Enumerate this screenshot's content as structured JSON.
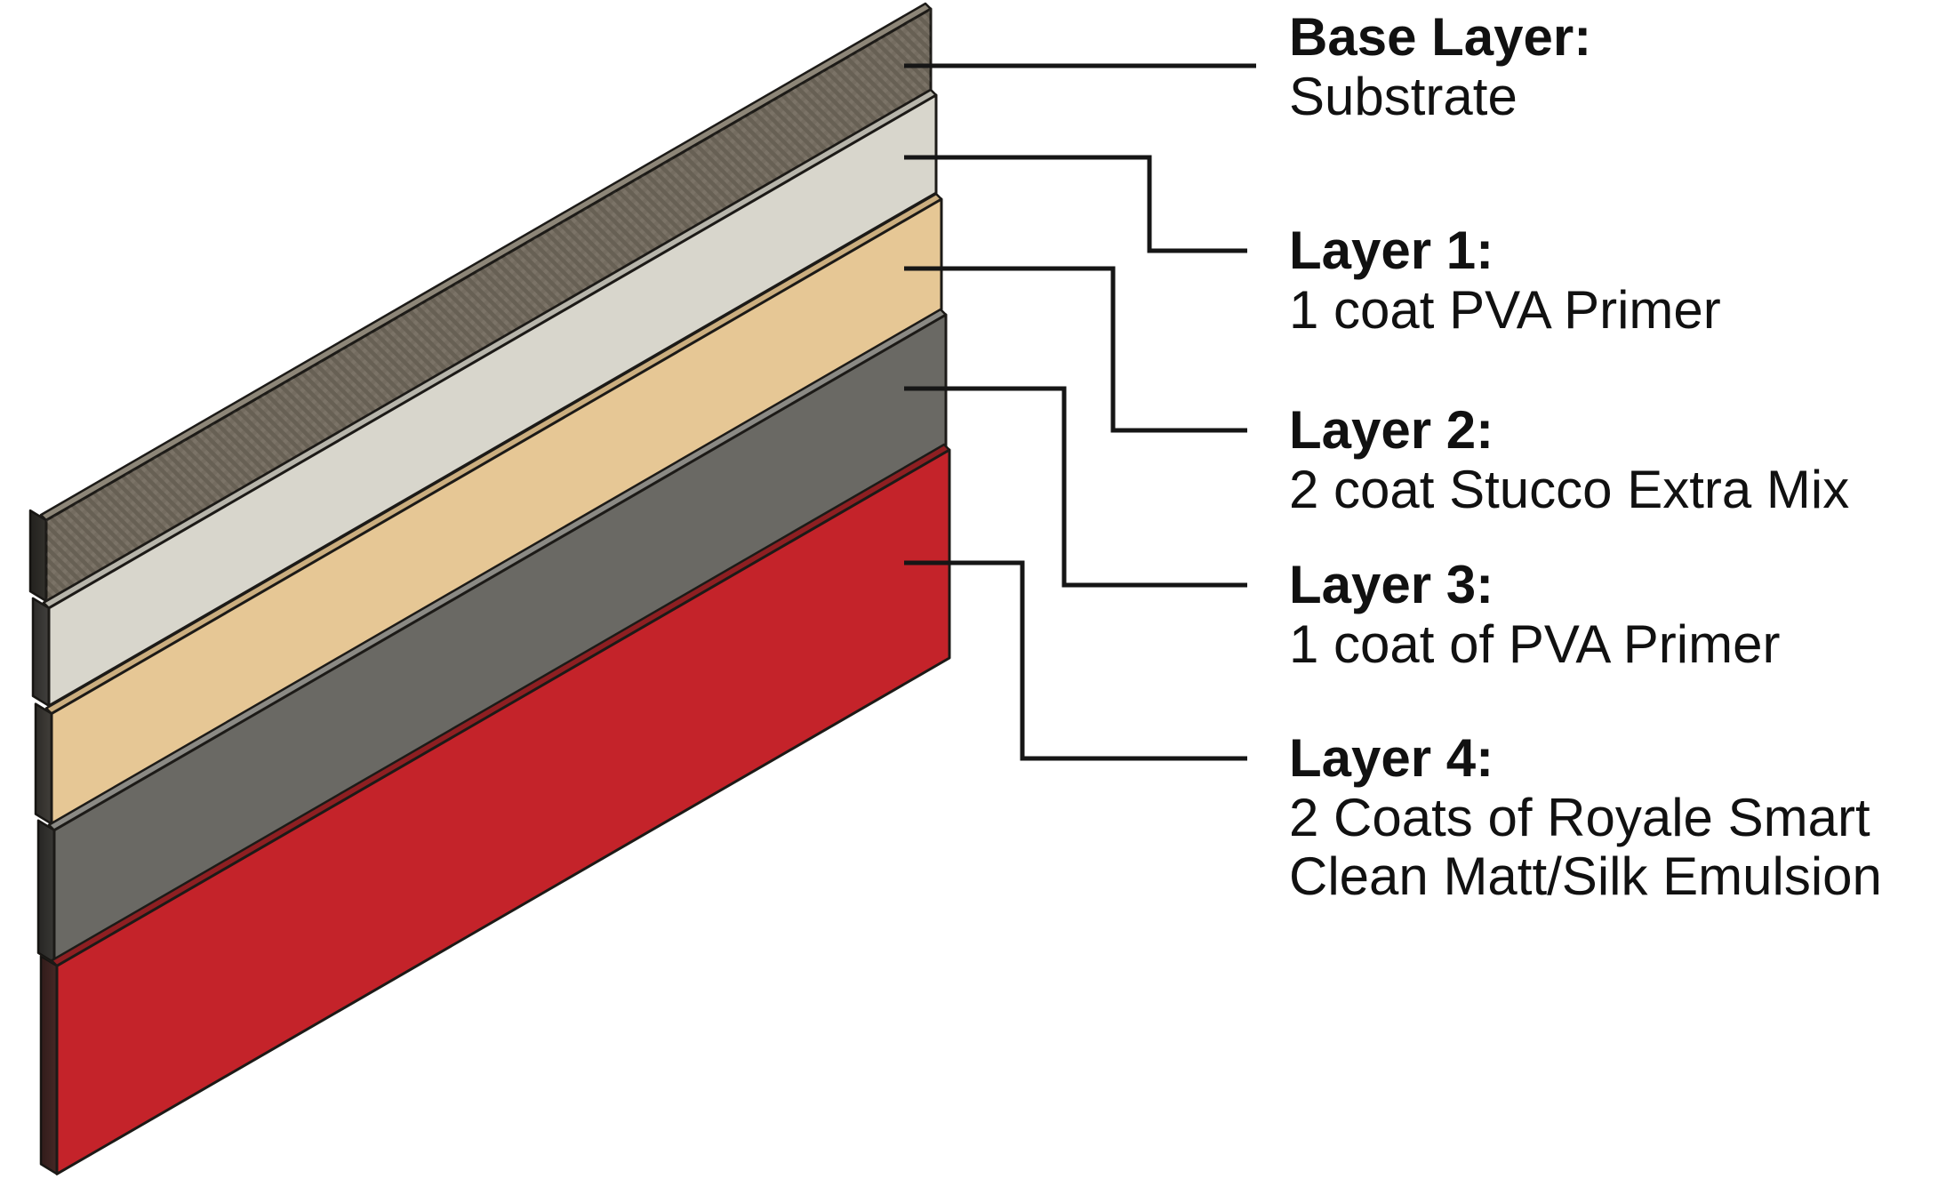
{
  "figure": {
    "description": "Paint system layer build-up diagram",
    "background": "#FFFFFF",
    "line_color": "#161616",
    "edge_color": "#1C1A17",
    "text_color": "#111111"
  },
  "callouts": [
    {
      "id": "base",
      "title": "Base Layer:",
      "lines": [
        "Substrate"
      ]
    },
    {
      "id": "layer1",
      "title": "Layer 1:",
      "lines": [
        "1 coat PVA Primer"
      ]
    },
    {
      "id": "layer2",
      "title": "Layer 2:",
      "lines": [
        "2 coat Stucco Extra Mix"
      ]
    },
    {
      "id": "layer3",
      "title": "Layer 3:",
      "lines": [
        "1 coat of PVA Primer"
      ]
    },
    {
      "id": "layer4",
      "title": "Layer 4:",
      "lines": [
        "2 Coats of Royale Smart",
        "Clean Matt/Silk Emulsion"
      ]
    }
  ],
  "layers": [
    {
      "name": "substrate",
      "face": "#746C60",
      "bevel": "#8D8678",
      "end": "#35332E",
      "textured": true
    },
    {
      "name": "pva-primer-coat",
      "face": "#D8D6CC",
      "bevel": "#B7B5AB",
      "end": "#454340",
      "textured": false
    },
    {
      "name": "stucco-extra-mix",
      "face": "#E6C795",
      "bevel": "#CBAE7F",
      "end": "#45423D",
      "textured": false
    },
    {
      "name": "pva-primer-coat2",
      "face": "#6A6964",
      "bevel": "#8B8A85",
      "end": "#3B3A37",
      "textured": false
    },
    {
      "name": "royale-emulsion",
      "face": "#C4232A",
      "bevel": "#8E1F22",
      "end": "#4A2A28",
      "textured": false
    }
  ]
}
